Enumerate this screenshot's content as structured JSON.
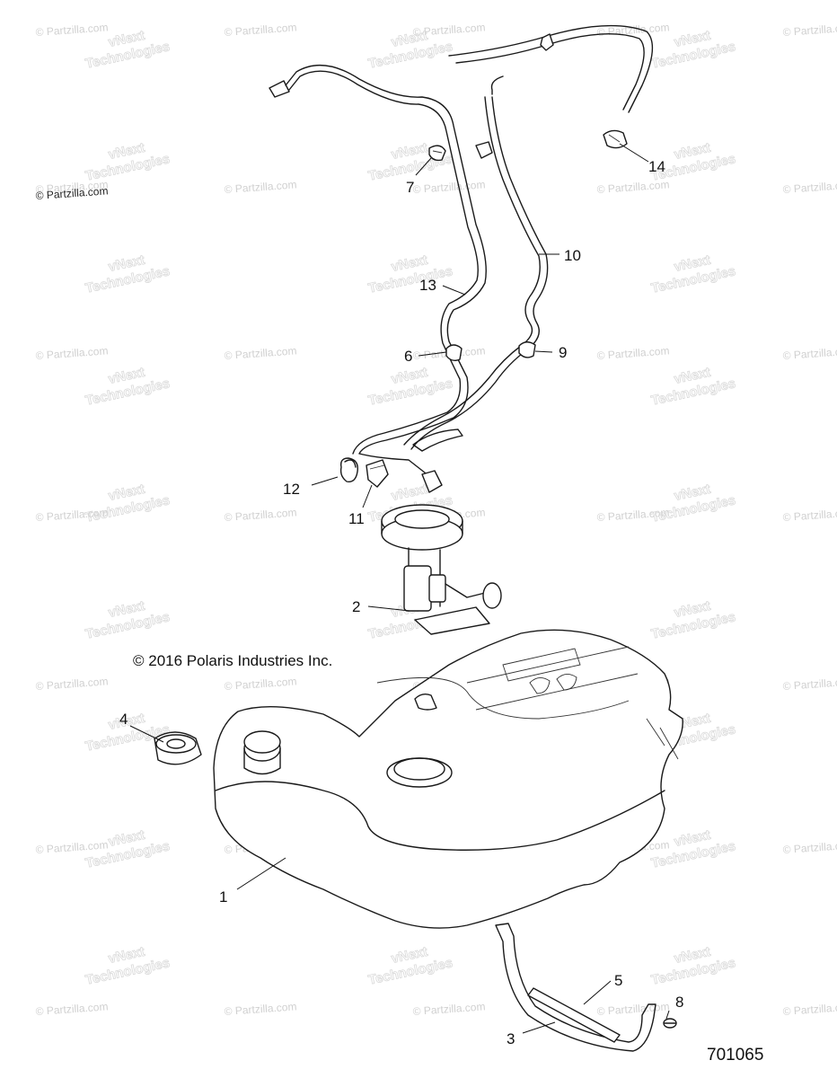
{
  "watermarks": {
    "partzilla": "© Partzilla.com",
    "vnext_line1": "vNext",
    "vnext_line2": "Technologies"
  },
  "copyright_partzilla": "© Partzilla.com",
  "copyright_polaris": "© 2016 Polaris Industries Inc.",
  "diagram_number": "701065",
  "callouts": [
    {
      "id": "1",
      "label": "1"
    },
    {
      "id": "2",
      "label": "2"
    },
    {
      "id": "3",
      "label": "3"
    },
    {
      "id": "4",
      "label": "4"
    },
    {
      "id": "5",
      "label": "5"
    },
    {
      "id": "6",
      "label": "6"
    },
    {
      "id": "7",
      "label": "7"
    },
    {
      "id": "8",
      "label": "8"
    },
    {
      "id": "9",
      "label": "9"
    },
    {
      "id": "10",
      "label": "10"
    },
    {
      "id": "11",
      "label": "11"
    },
    {
      "id": "12",
      "label": "12"
    },
    {
      "id": "13",
      "label": "13"
    },
    {
      "id": "14",
      "label": "14"
    }
  ]
}
